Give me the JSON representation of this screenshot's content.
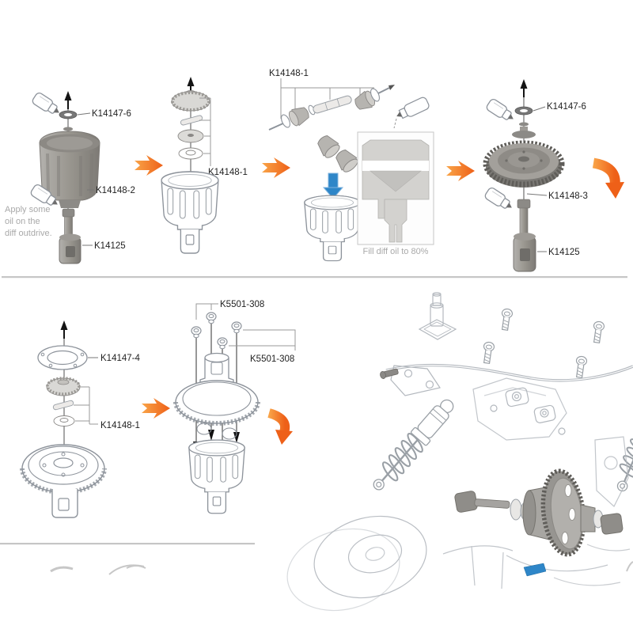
{
  "document": {
    "kind": "assembly-instruction-sheet",
    "subject": "differential assembly steps",
    "background": "#ffffff"
  },
  "colors": {
    "label_text": "#1f1f1f",
    "note_text": "#a9a9a9",
    "divider": "#c6c6c6",
    "outline_gray": "#8d939b",
    "lineart_gray": "#b3b8be",
    "part_dark_gray": "#8f8d89",
    "arrow_orange_light": "#f9a448",
    "arrow_orange_dark": "#ee6018",
    "arrow_blue": "#2e86c8",
    "arrow_black": "#111111"
  },
  "icons": [
    "oil-bottle-icon",
    "oil-tube-icon",
    "up-arrow-icon",
    "next-step-arrow-icon",
    "insert-arrow-icon",
    "screw-icon"
  ],
  "steps": {
    "step1": {
      "labels": {
        "oring": "K14147-6",
        "diff_case": "K14148-2",
        "outdrive": "K14125"
      },
      "note_lines": [
        "Apply some",
        "oil on the",
        "diff outdrive."
      ]
    },
    "step2": {
      "labels": {
        "internals": "K14148-1"
      }
    },
    "step3": {
      "labels": {
        "internals": "K14148-1"
      },
      "caption": "Fill diff oil to 80%"
    },
    "step4": {
      "labels": {
        "oring": "K14147-6",
        "spur_gear": "K14148-3",
        "outdrive": "K14125"
      }
    },
    "step5": {
      "labels": {
        "gasket": "K14147-4",
        "internals": "K14148-1"
      }
    },
    "step6": {
      "labels": {
        "screws_top": "K5501-308",
        "screws_right": "K5501-308"
      }
    }
  }
}
